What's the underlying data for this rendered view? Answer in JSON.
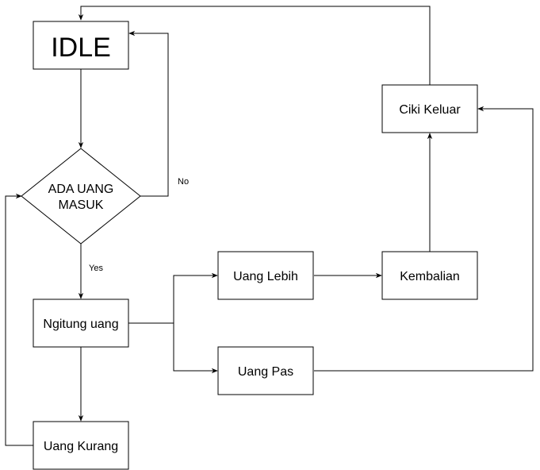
{
  "diagram": {
    "nodes": {
      "idle": "IDLE",
      "decision_line1": "ADA UANG",
      "decision_line2": "MASUK",
      "ngitung": "Ngitung uang",
      "uang_kurang": "Uang Kurang",
      "uang_lebih": "Uang Lebih",
      "uang_pas": "Uang Pas",
      "kembalian": "Kembalian",
      "ciki_keluar": "Ciki Keluar"
    },
    "edge_labels": {
      "no": "No",
      "yes": "Yes"
    },
    "colors": {
      "stroke": "#000000",
      "fill": "#ffffff",
      "text": "#000000"
    }
  }
}
